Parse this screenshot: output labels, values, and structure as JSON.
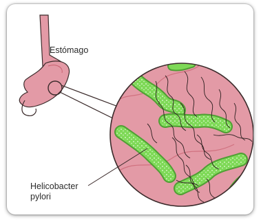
{
  "labels": {
    "stomach": "Estómago",
    "bacteria_line1": "Helicobacter",
    "bacteria_line2": "pylori"
  },
  "colors": {
    "tissue": "#e39aa6",
    "tissue_dark": "#c8606f",
    "outline": "#3a2a2a",
    "bacteria": "#7ed957",
    "bacteria_dark": "#4f9e34",
    "flagella": "#2a1d1d"
  }
}
